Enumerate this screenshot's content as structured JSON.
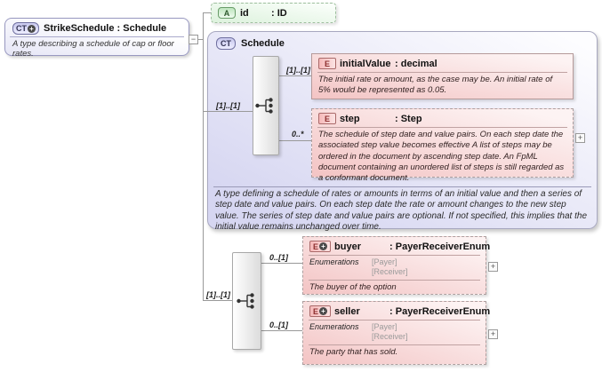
{
  "palette": {
    "element_pink": "#f3c4c4",
    "attribute_green": "#ddf2dd",
    "complextype_lavender": "#d6d6f1",
    "connector_line": "#999999"
  },
  "icons": {
    "plus": "+",
    "minus": "−",
    "badge_plus": "+",
    "sequence_icon": "sequence-compositor"
  },
  "root": {
    "badge": "CT",
    "title": "StrikeSchedule : Schedule",
    "description": "A type describing a schedule of cap or floor rates."
  },
  "id_attr": {
    "badge": "A",
    "name": "id",
    "type": ": ID"
  },
  "schedule": {
    "badge": "CT",
    "title": "Schedule",
    "incoming_cardinality": "[1]..[1]",
    "description": "A type defining a schedule of rates or amounts in terms of an initial value and then a series of step date and value pairs. On each step date the rate or amount changes to the new step value. The series of step date and value pairs are optional. If not specified, this implies that the initial value remains unchanged over time.",
    "initial_value": {
      "badge": "E",
      "name": "initialValue",
      "type": ": decimal",
      "cardinality": "[1]..[1]",
      "description": "The initial rate or amount, as the case may be. An initial rate of 5% would be represented as 0.05."
    },
    "step": {
      "badge": "E",
      "name": "step",
      "type": ": Step",
      "cardinality": "0..*",
      "description": "The schedule of step date and value pairs. On each step date the associated step value becomes effective A list of steps may be ordered in the document by ascending step date. An FpML document containing an unordered list of steps is still regarded as a conformant document."
    }
  },
  "content_model": {
    "incoming_cardinality": "[1]..[1]"
  },
  "buyer": {
    "badge": "E",
    "name": "buyer",
    "type": ": PayerReceiverEnum",
    "cardinality": "0..[1]",
    "enumerations_label": "Enumerations",
    "enumerations": [
      "[Payer]",
      "[Receiver]"
    ],
    "description": "The buyer of the option"
  },
  "seller": {
    "badge": "E",
    "name": "seller",
    "type": ": PayerReceiverEnum",
    "cardinality": "0..[1]",
    "enumerations_label": "Enumerations",
    "enumerations": [
      "[Payer]",
      "[Receiver]"
    ],
    "description": "The party that has sold."
  }
}
